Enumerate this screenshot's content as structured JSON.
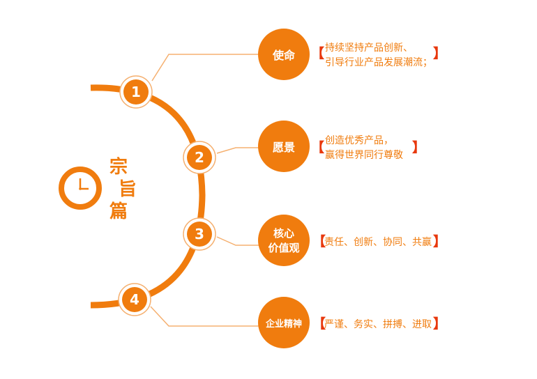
{
  "title_chars": [
    "宗",
    "旨",
    "篇"
  ],
  "colors": {
    "accent": "#f07c0e",
    "bracket": "#e8380d",
    "connector": "#f5b070"
  },
  "clock": {
    "icon": "clock-icon"
  },
  "items": [
    {
      "number": "1",
      "label_lines": [
        "使命"
      ],
      "desc_lines": [
        "持续坚持产品创新、",
        "引导行业产品发展潮流；"
      ],
      "open": "【",
      "close": "】"
    },
    {
      "number": "2",
      "label_lines": [
        "愿景"
      ],
      "desc_lines": [
        "创造优秀产品，",
        "赢得世界同行尊敬"
      ],
      "open": "【",
      "close": "】"
    },
    {
      "number": "3",
      "label_lines": [
        "核心",
        "价值观"
      ],
      "desc_lines": [
        "责任、创新、协同、共赢"
      ],
      "open": "【",
      "close": "】"
    },
    {
      "number": "4",
      "label_lines": [
        "企业精神"
      ],
      "desc_lines": [
        "严谨、务实、拼搏、进取"
      ],
      "open": "【",
      "close": "】"
    }
  ]
}
